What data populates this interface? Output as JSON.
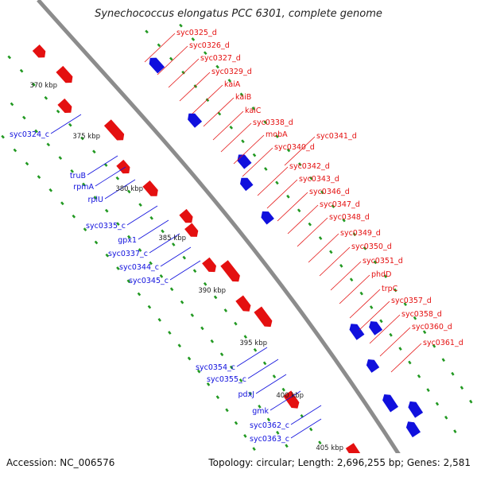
{
  "title": "Synechococcus elongatus PCC 6301, complete genome",
  "accession": "Accession: NC_006576",
  "summary": "Topology: circular; Length: 2,696,255 bp; Genes: 2,581",
  "colors": {
    "forward": "#e41010",
    "reverse": "#1010dd",
    "backbone": "#8c8c8c",
    "tick": "#229922"
  },
  "kbp_markers": [
    "370 kbp",
    "375 kbp",
    "380 kbp",
    "385 kbp",
    "390 kbp",
    "395 kbp",
    "400 kbp",
    "405 kbp"
  ],
  "forward_labels": [
    "syc0325_d",
    "syc0326_d",
    "syc0327_d",
    "syc0329_d",
    "kaiA",
    "kaiB",
    "kaiC",
    "syc0338_d",
    "mobA",
    "syc0340_d",
    "syc0341_d",
    "syc0342_d",
    "syc0343_d",
    "syc0346_d",
    "syc0347_d",
    "syc0348_d",
    "syc0349_d",
    "syc0350_d",
    "syc0351_d",
    "phdD",
    "trpC",
    "syc0357_d",
    "syc0358_d",
    "syc0360_d",
    "syc0361_d"
  ],
  "reverse_labels": [
    "syc0324_c",
    "truB",
    "rpmA",
    "rplU",
    "syc0335_c",
    "gpx1",
    "syc0337_c",
    "syc0344_c",
    "syc0345_c",
    "syc0354_c",
    "syc0355_c",
    "pdxJ",
    "gmk",
    "syc0362_c",
    "syc0363_c"
  ]
}
